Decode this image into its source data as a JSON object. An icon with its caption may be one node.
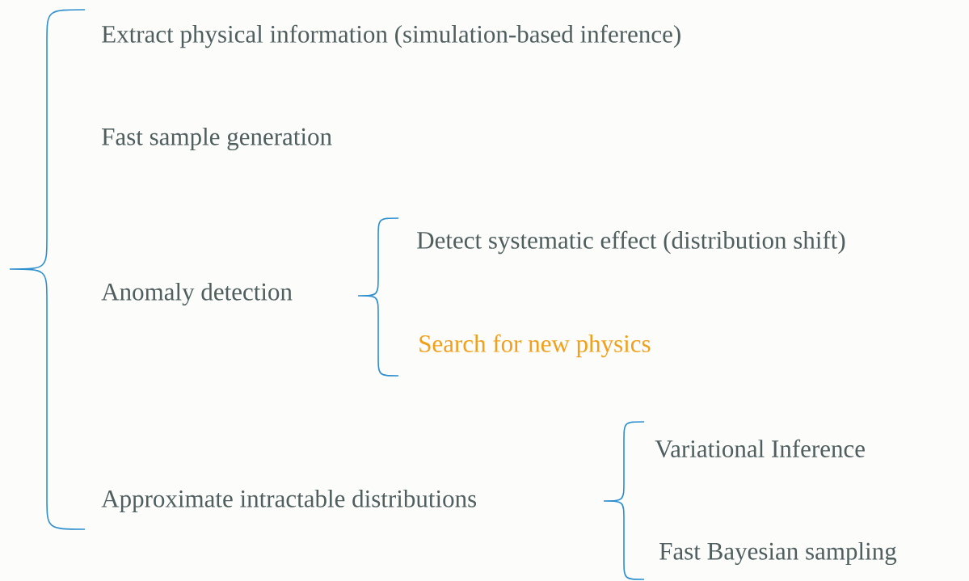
{
  "diagram": {
    "labels": [
      "Extract physical information (simulation-based inference)",
      "Fast sample generation",
      "Anomaly detection",
      "Detect systematic effect (distribution shift)",
      "Search for new physics",
      "Approximate intractable distributions",
      "Variational Inference",
      "Fast Bayesian sampling"
    ]
  }
}
